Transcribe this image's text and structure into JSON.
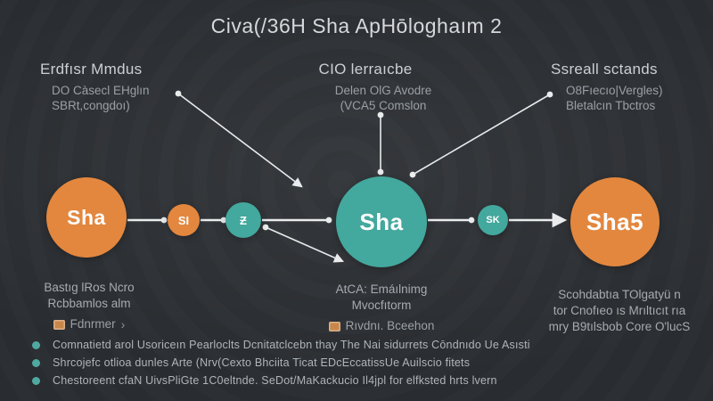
{
  "title": "Civa(/36H Sha ApHōloghaım 2",
  "headers": {
    "left": {
      "title": "Erdfısr Mmdus",
      "sub1": "DO Càsecl EHglın",
      "sub2": "SBRt,congdoı)"
    },
    "center": {
      "title": "CIO lerraıcbe",
      "sub1": "Delen OlG Avodre",
      "sub2": "(VCA5 Comslon"
    },
    "right": {
      "title": "Ssreall sctands",
      "sub1": "O8Fıecıo|Vergles)",
      "sub2": "Bletalcın Tbctros"
    }
  },
  "nodes": {
    "left_main": "Sha",
    "step1": "SI",
    "step2": "Ƶ",
    "center_main": "Sha",
    "step3": "SK",
    "right_main": "Sha5"
  },
  "captions": {
    "left": {
      "line1": "Bastıg lRos Ncro",
      "line2": "Rcbbamlos alm",
      "link": "Fdnrmer",
      "chevron": "›"
    },
    "center": {
      "line1": "AtCA: Emáılnimg",
      "line2": "Mvocfıtorm",
      "link": "Rıvdnı. Bceehon"
    },
    "right": {
      "line1": "Scohdabtıa TOlgatyü n",
      "line2": "tor Cnofıeo ıs Mrıltıcıt rıa",
      "line3": "mry B9tılsbob Core O'lucS"
    }
  },
  "bullets": [
    "Comnatietd arol Usoriceın Pearloclts Dcnitatclcebn thay The Nai sidurrets Cōndnıdo Ue Asısti",
    "Shrcojefc otlioa dunles Arte (Nrv(Cexto Bhciita Ticat EDcEccatissUe Auilscio fitets",
    "Chestoreent cfaN UivsPliGte 1C0eltnde. SeDot/MaKackucio Il4jpl for elfksted hrts lvern"
  ],
  "colors": {
    "orange": "#e3873e",
    "teal": "#43a89d",
    "line": "#e9ebec",
    "bullet_dot": "#4fa9a1",
    "background": "#292c30"
  }
}
